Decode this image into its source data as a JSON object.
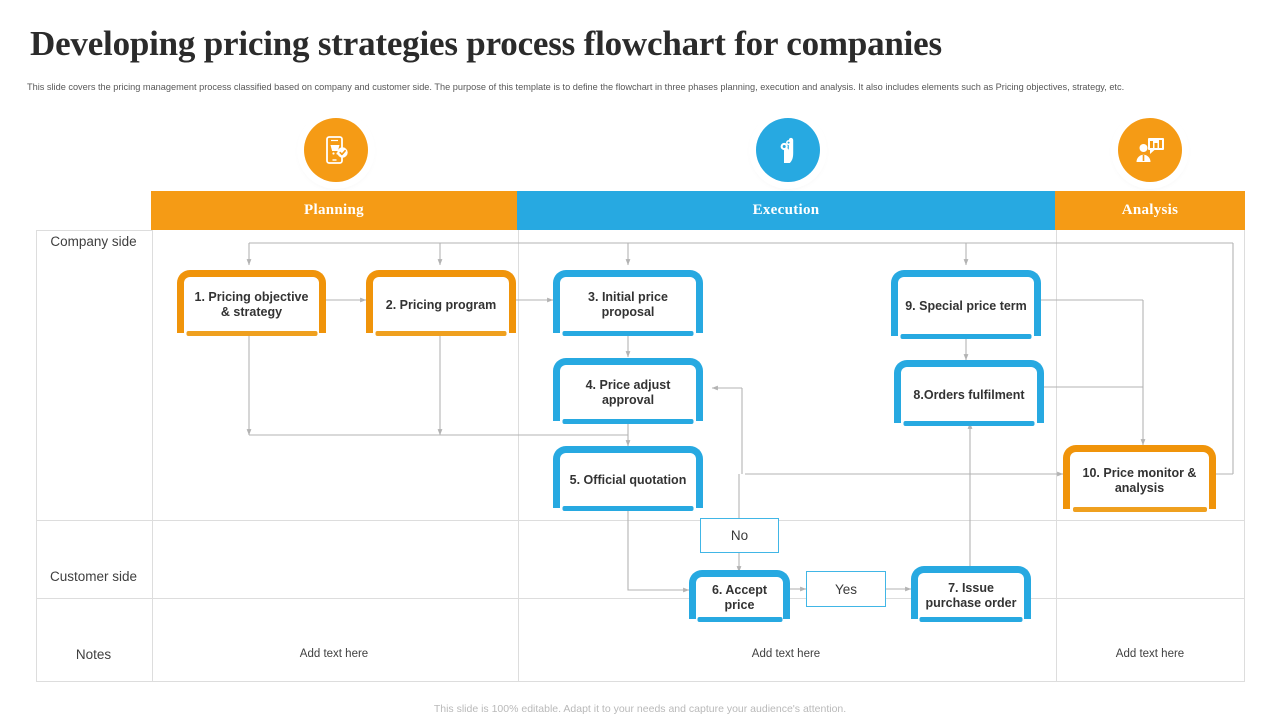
{
  "slide": {
    "title": "Developing pricing strategies process flowchart for companies",
    "subtitle": "This slide covers  the pricing management process classified based on company and customer side. The purpose of this template is to define the flowchart in three phases planning, execution and analysis. It also includes elements such as Pricing objectives, strategy, etc.",
    "footer": "This slide is 100% editable. Adapt it to your needs and capture your audience's attention."
  },
  "colors": {
    "orange": "#f59b15",
    "orange_border": "#f0940a",
    "blue": "#27a9e1",
    "blue_light": "#41b6e6",
    "grid_line": "#dddddd",
    "connector": "#b3b3b3",
    "title_text": "#2b2b2b",
    "footer_text": "#b9b9b9"
  },
  "phase_badges": [
    {
      "name": "mobile-pricing-icon",
      "color": "#f59b15"
    },
    {
      "name": "hand-gear-icon",
      "color": "#27a9e1"
    },
    {
      "name": "presenter-chart-icon",
      "color": "#f59b15"
    }
  ],
  "phases": [
    {
      "label": "Planning",
      "color": "#f59b15"
    },
    {
      "label": "Execution",
      "color": "#27a9e1"
    },
    {
      "label": "Analysis",
      "color": "#f59b15"
    }
  ],
  "rows": [
    {
      "label": "Company side"
    },
    {
      "label": "Customer side"
    },
    {
      "label": "Notes"
    }
  ],
  "notes": [
    {
      "text": "Add text here"
    },
    {
      "text": "Add text here"
    },
    {
      "text": "Add text here"
    }
  ],
  "nodes": [
    {
      "id": "n1",
      "label": "1. Pricing objective & strategy",
      "color": "orange",
      "phase": "Planning",
      "side": "Company side"
    },
    {
      "id": "n2",
      "label": "2. Pricing program",
      "color": "orange",
      "phase": "Planning",
      "side": "Company side"
    },
    {
      "id": "n3",
      "label": "3. Initial price proposal",
      "color": "blue",
      "phase": "Execution",
      "side": "Company side"
    },
    {
      "id": "n4",
      "label": "4. Price adjust approval",
      "color": "blue",
      "phase": "Execution",
      "side": "Company side"
    },
    {
      "id": "n5",
      "label": "5. Official quotation",
      "color": "blue",
      "phase": "Execution",
      "side": "Company side"
    },
    {
      "id": "n6",
      "label": "6. Accept price",
      "color": "blue",
      "phase": "Execution",
      "side": "Customer side"
    },
    {
      "id": "n7",
      "label": "7. Issue purchase order",
      "color": "blue",
      "phase": "Execution",
      "side": "Customer side"
    },
    {
      "id": "n8",
      "label": "8.Orders fulfilment",
      "color": "blue",
      "phase": "Execution",
      "side": "Company side"
    },
    {
      "id": "n9",
      "label": "9. Special price term",
      "color": "blue",
      "phase": "Execution",
      "side": "Company side"
    },
    {
      "id": "n10",
      "label": "10. Price monitor & analysis",
      "color": "orange",
      "phase": "Analysis",
      "side": "Company side"
    }
  ],
  "decisions": [
    {
      "id": "d-no",
      "label": "No"
    },
    {
      "id": "d-yes",
      "label": "Yes"
    }
  ]
}
